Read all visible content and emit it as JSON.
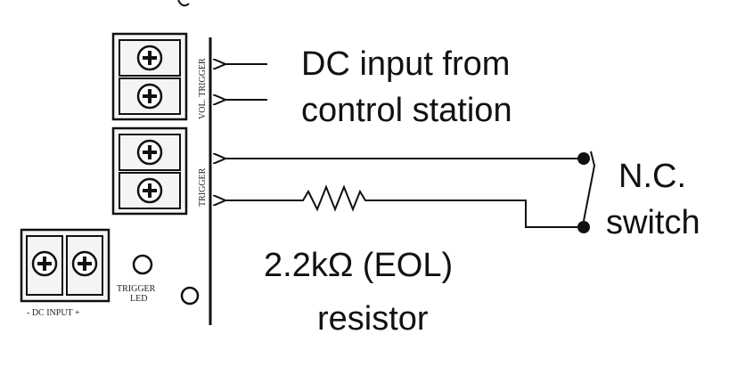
{
  "labels": {
    "vol_trigger": "VOL. TRIGGER",
    "trigger": "TRIGGER",
    "trigger_led_line1": "TRIGGER",
    "trigger_led_line2": "LED",
    "dc_input": "- DC INPUT +",
    "dc_input_line1": "DC input from",
    "dc_input_line2": "control station",
    "switch_line1": "N.C.",
    "switch_line2": "switch",
    "resistor_line1": "2.2kΩ  (EOL)",
    "resistor_line2": "resistor"
  },
  "colors": {
    "line": "#111111",
    "terminal_fill": "#f4f4f4"
  }
}
